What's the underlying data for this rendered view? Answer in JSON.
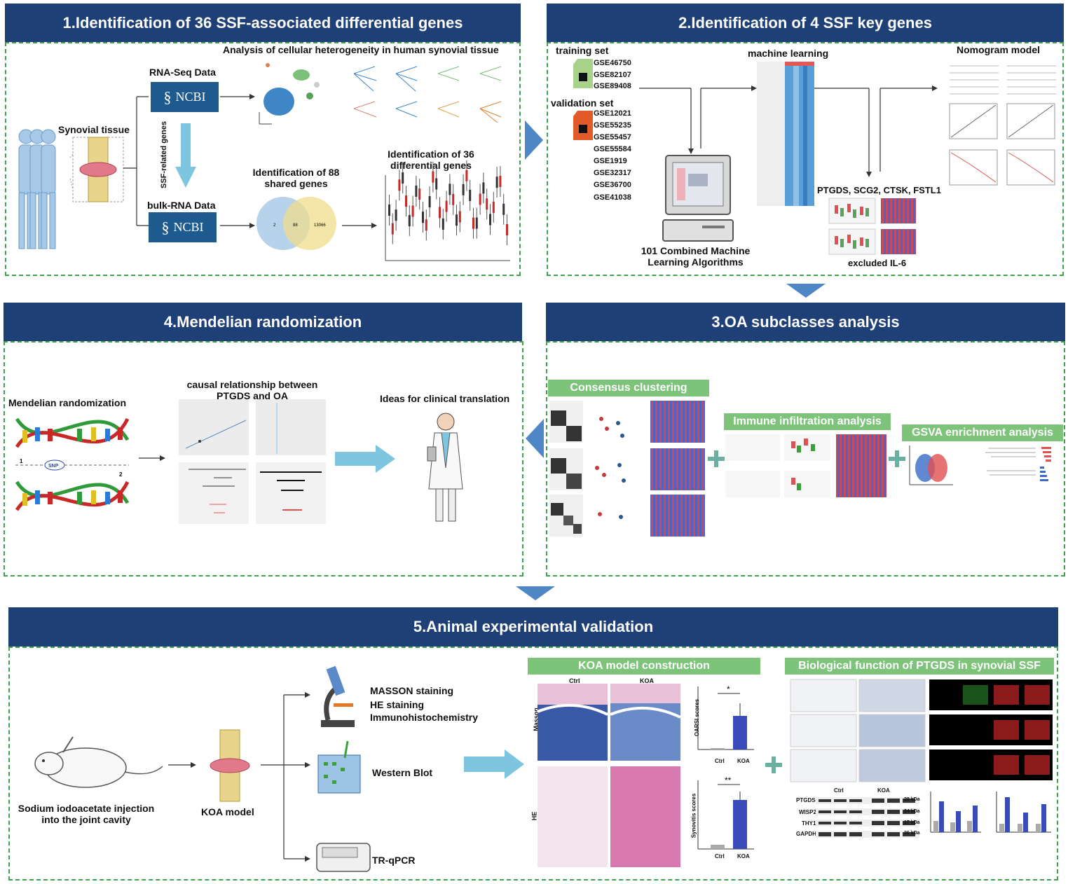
{
  "sections": {
    "s1": {
      "title": "1.Identification of 36 SSF-associated differential genes"
    },
    "s2": {
      "title": "2.Identification of 4 SSF key genes"
    },
    "s3": {
      "title": "3.OA subclasses analysis"
    },
    "s4": {
      "title": "4.Mendelian randomization"
    },
    "s5": {
      "title": "5.Animal experimental validation"
    }
  },
  "s1": {
    "synovial_tissue": "Synovial tissue",
    "rnaseq": "RNA-Seq Data",
    "bulk": "bulk-RNA Data",
    "ncbi": "NCBI",
    "ssf_related": "SSF-related genes",
    "heterogeneity": "Analysis of cellular heterogeneity in human synovial tissue",
    "shared_l1": "Identification of 88",
    "shared_l2": "shared genes",
    "diff_l1": "Identification of 36",
    "diff_l2": "differential genes",
    "venn_left": "2",
    "venn_mid": "88",
    "venn_right": "13066"
  },
  "s2": {
    "training_set": "training set",
    "training_gse": [
      "GSE46750",
      "GSE82107",
      "GSE89408"
    ],
    "validation_set": "validation set",
    "validation_gse": [
      "GSE12021",
      "GSE55235",
      "GSE55457",
      "GSE55584",
      "GSE1919",
      "GSE32317",
      "GSE36700",
      "GSE41038"
    ],
    "machine_learning": "machine learning",
    "algos_l1": "101 Combined Machine",
    "algos_l2": "Learning Algorithms",
    "nomogram": "Nomogram model",
    "key_genes": "PTGDS, SCG2, CTSK, FSTL1",
    "excluded": "excluded IL-6"
  },
  "s3": {
    "consensus": "Consensus clustering",
    "immune": "Immune infiltration analysis",
    "gsva": "GSVA enrichment analysis"
  },
  "s4": {
    "mr": "Mendelian randomization",
    "causal_l1": "causal relationship between",
    "causal_l2": "PTGDS and OA",
    "clinical": "Ideas for clinical translation",
    "snp": "SNP",
    "num1": "1",
    "num2": "2"
  },
  "s5": {
    "injection_l1": "Sodium iodoacetate injection",
    "injection_l2": "into the joint cavity",
    "koa_model": "KOA model",
    "masson": "MASSON staining",
    "he": "HE staining",
    "ihc": "Immunohistochemistry",
    "western": "Western Blot",
    "qpcr": "TR-qPCR",
    "koa_construction": "KOA model construction",
    "bio_function": "Biological function of PTGDS in synovial SSF",
    "ctrl": "Ctrl",
    "koa": "KOA",
    "masson_side": "Masson",
    "he_side": "HE",
    "oarsi": "OARSI scores",
    "synovitis": "Synovitis scores",
    "wb_rows": [
      "PTGDS",
      "WISP2",
      "THY1",
      "GAPDH"
    ],
    "wb_kda": [
      "28 kDa",
      "24 kDa",
      "17 kDa",
      "36 kDa"
    ],
    "sig1": "*",
    "sig2": "**"
  },
  "colors": {
    "banner": "#1f3f77",
    "dash": "#3fa34d",
    "arrow": "#4f86c6",
    "green_label": "#7dc47a",
    "ncbi": "#1f5a8f"
  }
}
